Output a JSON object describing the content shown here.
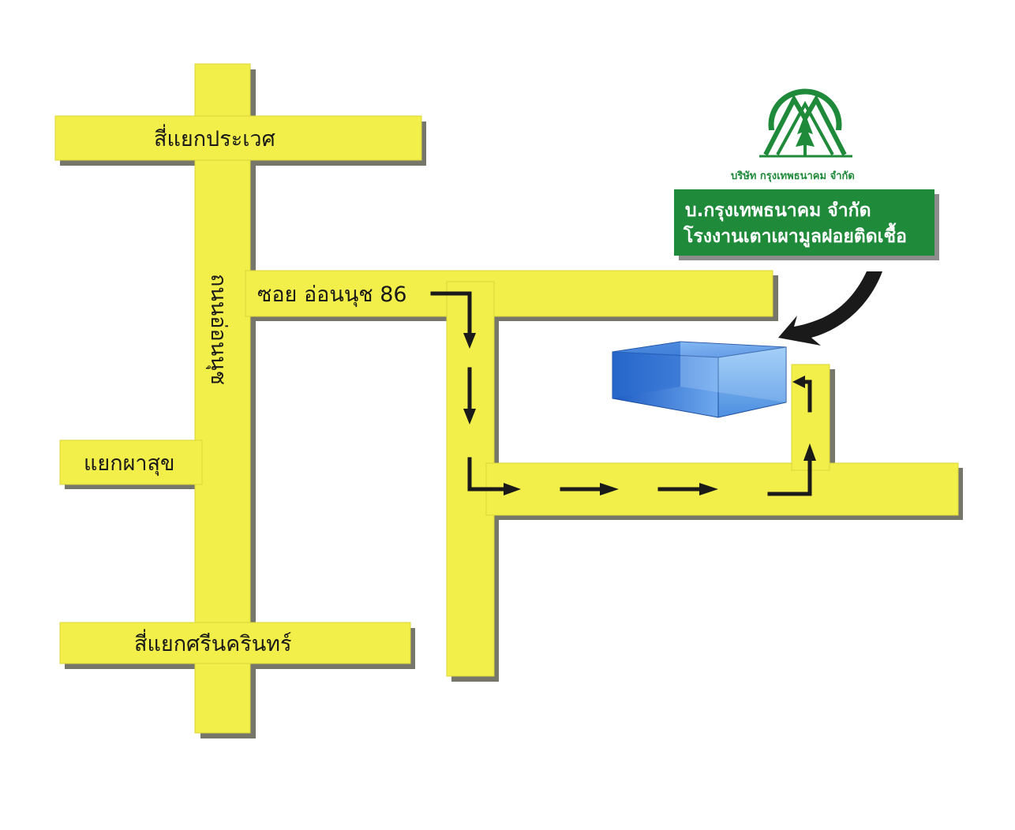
{
  "roads": {
    "north_intersection": "สี่แยกประเวศ",
    "main_road": "ถนนอ่อนนุช",
    "soi": "ซอย อ่อนนุช 86",
    "mid_junction": "แยกผาสุข",
    "south_intersection": "สี่แยกศรีนครินทร์"
  },
  "logo": {
    "company_small": "บริษัท กรุงเทพธนาคม จำกัด"
  },
  "destination_sign": {
    "line1": "บ.กรุงเทพธนาคม จำกัด",
    "line2": "โรงงานเตาเผามูลฝอยติดเชื้อ"
  },
  "colors": {
    "road": "#f2ef4a",
    "road_shadow": "#7a7a70",
    "sign_bg": "#1f8a3a",
    "logo": "#1f8a3a",
    "building": "#2f72d8",
    "arrow": "#1a1a1a"
  },
  "icons": [
    "route-arrow-icon",
    "pointer-arrow-icon",
    "building-icon",
    "company-logo-icon"
  ]
}
